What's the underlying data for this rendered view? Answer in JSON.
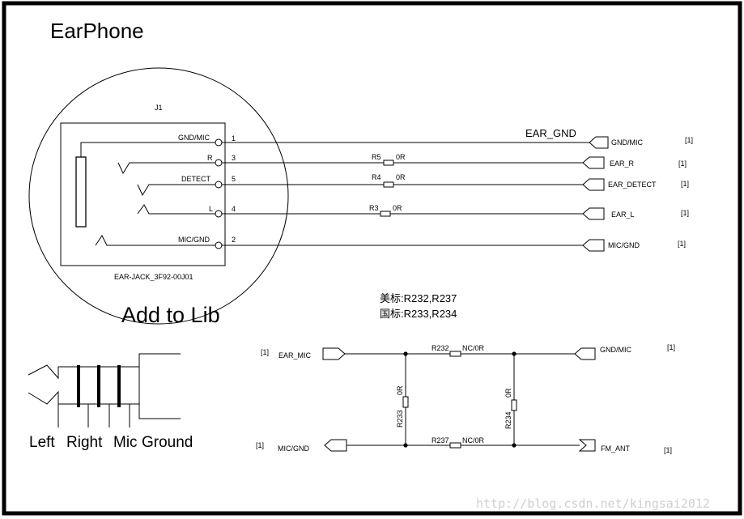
{
  "title": "EarPhone",
  "add_to_lib": "Add to Lib",
  "watermark": "http://blog.csdn.net/kingsai2012",
  "jack": {
    "ref": "J1",
    "part": "EAR-JACK_3F92-00J01",
    "pins": [
      {
        "label": "GND/MIC",
        "num": "1"
      },
      {
        "label": "R",
        "num": "3"
      },
      {
        "label": "DETECT",
        "num": "5"
      },
      {
        "label": "L",
        "num": "4"
      },
      {
        "label": "MIC/GND",
        "num": "2"
      }
    ]
  },
  "net_ear_gnd": "EAR_GND",
  "resistors_top": [
    {
      "ref": "R5",
      "value": "0R"
    },
    {
      "ref": "R4",
      "value": "0R"
    },
    {
      "ref": "R3",
      "value": "0R"
    }
  ],
  "ports_top": [
    {
      "name": "GND/MIC",
      "sheet": "[1]"
    },
    {
      "name": "EAR_R",
      "sheet": "[1]"
    },
    {
      "name": "EAR_DETECT",
      "sheet": "[1]"
    },
    {
      "name": "EAR_L",
      "sheet": "[1]"
    },
    {
      "name": "MIC/GND",
      "sheet": "[1]"
    }
  ],
  "notes": {
    "line1": "美标:R232,R237",
    "line2": "国标:R233,R234"
  },
  "bottom": {
    "ports_left": [
      {
        "name": "EAR_MIC",
        "sheet": "[1]"
      },
      {
        "name": "MIC/GND",
        "sheet": "[1]"
      }
    ],
    "ports_right": [
      {
        "name": "GND/MIC",
        "sheet": "[1]"
      },
      {
        "name": "FM_ANT",
        "sheet": "[1]"
      }
    ],
    "r232": {
      "ref": "R232",
      "value": "NC/0R"
    },
    "r237": {
      "ref": "R237",
      "value": "NC/0R"
    },
    "r233": {
      "ref": "R233",
      "value": "0R"
    },
    "r234": {
      "ref": "R234",
      "value": "0R"
    }
  },
  "plug_labels": {
    "left": "Left",
    "right": "Right",
    "mic": "Mic",
    "ground": "Ground"
  }
}
